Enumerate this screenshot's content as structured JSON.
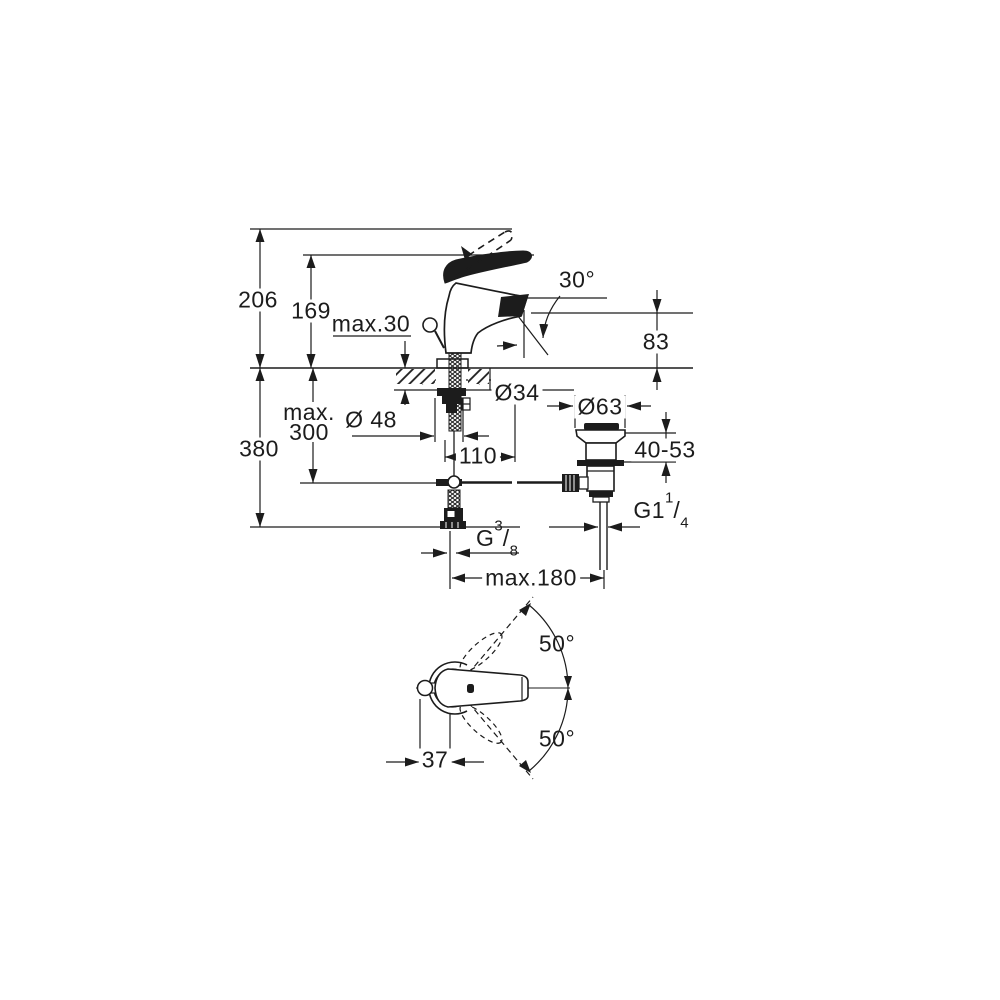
{
  "drawing": {
    "dims": {
      "height_total": "206",
      "height_to_lever": "169",
      "deck_thickness": "max.30",
      "spout_angle": "30°",
      "spout_outlet_height": "83",
      "shank_diameter": "Ø34",
      "base_diameter": "Ø 48",
      "waste_flange_diameter": "Ø63",
      "install_depth_line1": "max.",
      "install_depth_line2": "300",
      "supply_length": "380",
      "outlet_offset": "110",
      "basin_thickness": "40-53",
      "rod_reach": "max.180",
      "swivel_upper": "50°",
      "swivel_lower": "50°",
      "handle_offset": "37"
    },
    "threads": {
      "waste": {
        "prefix": "G1",
        "num": "1",
        "slash": "/",
        "den": "4"
      },
      "supply": {
        "prefix": "G",
        "num": "3",
        "slash": "/",
        "den": "8"
      }
    },
    "colors": {
      "ink": "#1c1c1c",
      "paper": "#ffffff"
    }
  }
}
